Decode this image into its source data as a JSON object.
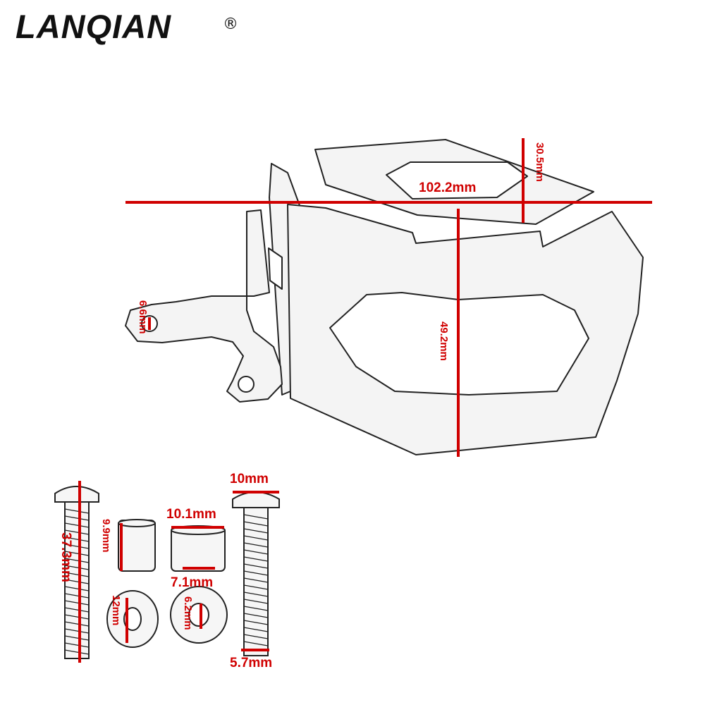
{
  "brand": {
    "name": "LANQIAN",
    "mark": "®"
  },
  "colors": {
    "dimension": "#d00000",
    "outline": "#222222",
    "fill": "#f4f4f4"
  },
  "dimensions": {
    "width": "102.2mm",
    "top_height": "30.5mm",
    "body_height": "49.2mm",
    "hole": "6.6mm",
    "long_bolt_length": "37.3mm",
    "spacer_small_height": "9.9mm",
    "spacer_large_width": "10.1mm",
    "spacer_inner": "7.1mm",
    "washer_large": "12mm",
    "washer_small": "6.2mm",
    "bolt_head": "10mm",
    "bolt_thread": "5.7mm"
  }
}
